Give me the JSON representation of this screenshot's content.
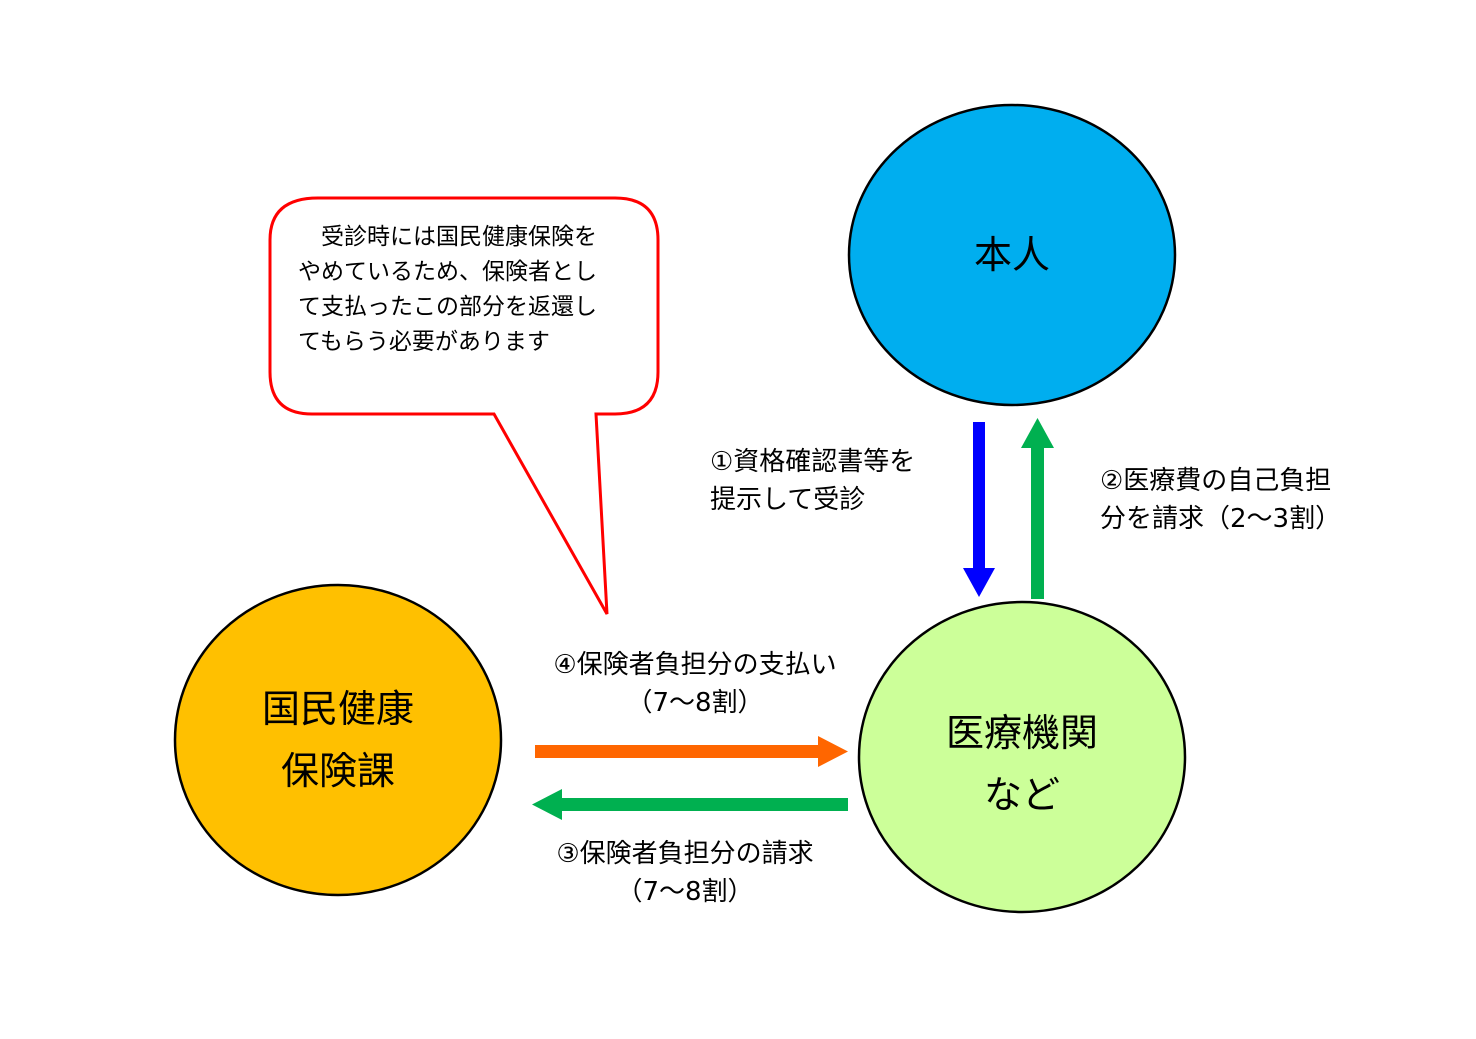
{
  "nodes": {
    "person": {
      "label": "本人",
      "color": "#00aeef"
    },
    "insurance_section": {
      "line1": "国民健康",
      "line2": "保険課",
      "color": "#ffc000"
    },
    "medical": {
      "line1": "医療機関",
      "line2": "など",
      "color": "#ccff99"
    }
  },
  "callout": {
    "text": "　受診時には国民健康保険を\nやめているため、保険者とし\nて支払ったこの部分を返還し\nてもらう必要があります",
    "border_color": "#ff0000"
  },
  "steps": {
    "step1": {
      "line1": "①資格確認書等を",
      "line2": "提示して受診",
      "arrow_color": "#0000ff"
    },
    "step2": {
      "line1": "②医療費の自己負担",
      "line2": "分を請求（2～3割）",
      "arrow_color": "#00b050"
    },
    "step3": {
      "line1": "③保険者負担分の請求",
      "line2": "（7～8割）",
      "arrow_color": "#00b050"
    },
    "step4": {
      "line1": "④保険者負担分の支払い",
      "line2": "（7～8割）",
      "arrow_color": "#ff6600"
    }
  }
}
